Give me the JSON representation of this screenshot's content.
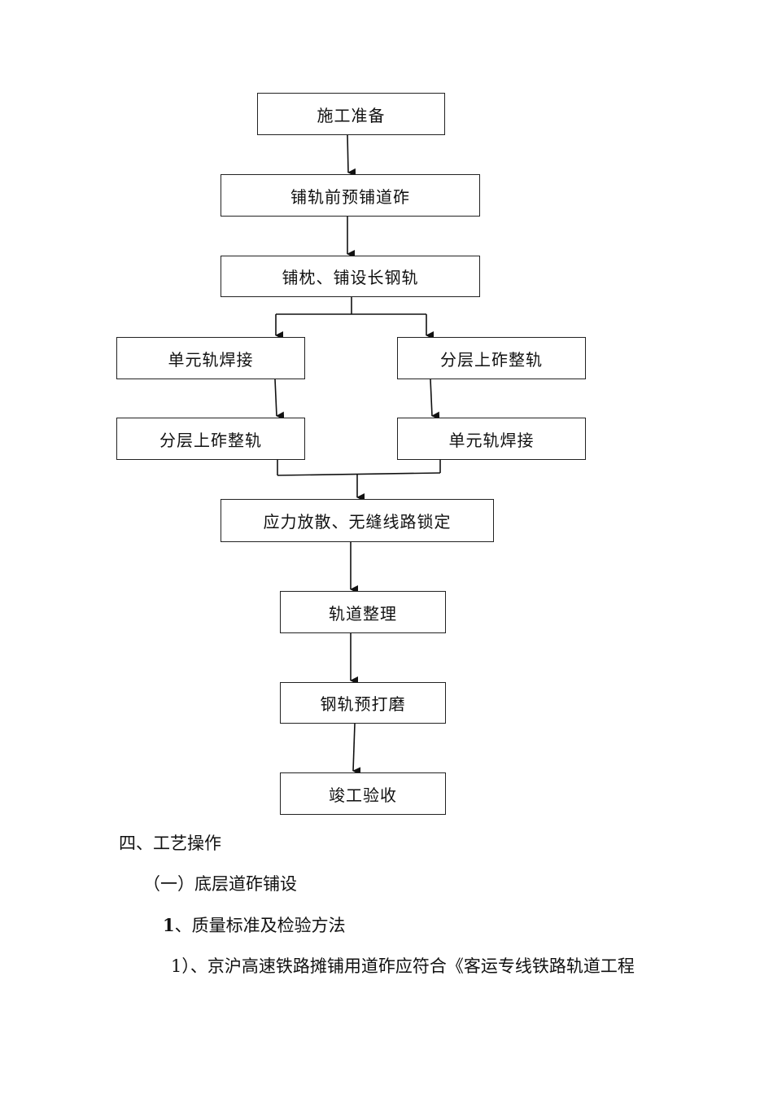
{
  "flowchart": {
    "steps": {
      "prep": "施工准备",
      "pre_ballast": "铺轨前预铺道砟",
      "lay_rail": "铺枕、铺设长钢轨",
      "left_weld": "单元轨焊接",
      "right_ballast": "分层上砟整轨",
      "left_ballast": "分层上砟整轨",
      "right_weld": "单元轨焊接",
      "stress": "应力放散、无缝线路锁定",
      "track_finish": "轨道整理",
      "grind": "钢轨预打磨",
      "accept": "竣工验收"
    }
  },
  "text": {
    "section_heading": "四、工艺操作",
    "subsection_heading": "（一）底层道砟铺设",
    "item_number": "1",
    "item_title": "、质量标准及检验方法",
    "para_number": "1",
    "para_text": "）、京沪高速铁路摊铺用道砟应符合《客运专线铁路轨道工程"
  }
}
